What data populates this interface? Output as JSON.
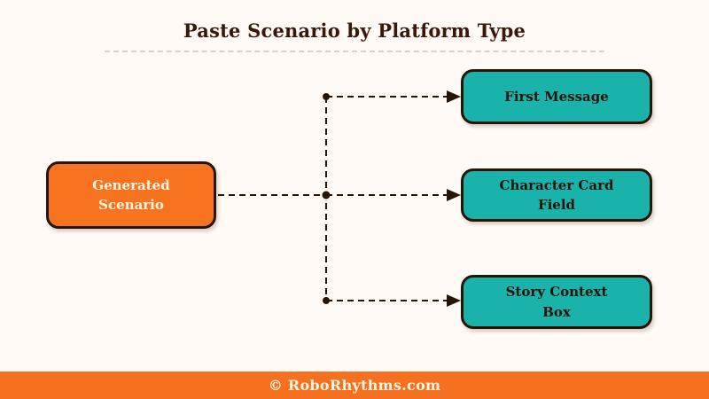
{
  "title": "Paste Scenario by Platform Type",
  "diagram": {
    "source_node": {
      "lines": [
        "Generated",
        "Scenario"
      ]
    },
    "targets": [
      {
        "lines": [
          "First Message",
          ""
        ]
      },
      {
        "lines": [
          "Character Card",
          "Field"
        ]
      },
      {
        "lines": [
          "Story Context",
          "Box"
        ]
      }
    ]
  },
  "footer": {
    "text": "© RoboRhythms.com"
  },
  "colors": {
    "background": "#fffaf5",
    "title_ink": "#3a1708",
    "node_border_ink": "#261407",
    "connector_ink": "#261407",
    "orange_accent": "#f7731f",
    "teal_accent": "#1ab3ab",
    "source_text": "#fdf3e0",
    "target_text": "#241309",
    "divider_gray": "#d5d0ca"
  }
}
